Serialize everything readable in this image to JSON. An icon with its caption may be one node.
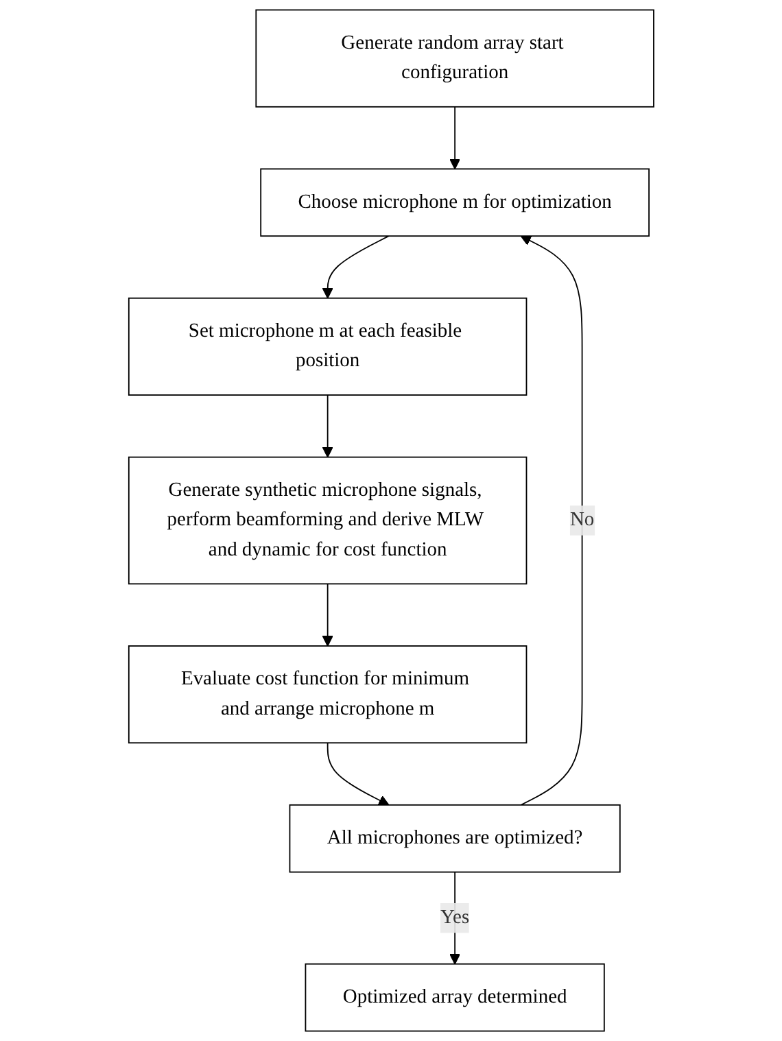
{
  "diagram": {
    "nodes": [
      {
        "text": [
          "Generate random array start configuration"
        ]
      },
      {
        "text": [
          "Choose microphone m for optimization"
        ]
      },
      {
        "text": [
          "Set microphone m at each feasible position"
        ]
      },
      {
        "text": [
          "Generate synthetic microphone signals, perform beamforming and derive MLW and dynamic for cost function"
        ]
      },
      {
        "text": [
          "Evaluate cost function for minimum and arrange microphone m"
        ]
      },
      {
        "text": [
          "All microphones are optimized?"
        ]
      },
      {
        "text": [
          "Optimized array determined"
        ]
      }
    ],
    "edges": [
      {
        "from": 0,
        "to": 1,
        "arrow": "to"
      },
      {
        "from": 1,
        "to": 2,
        "arrow": "to"
      },
      {
        "from": 2,
        "to": 3,
        "arrow": "to"
      },
      {
        "from": 3,
        "to": 4,
        "arrow": "to"
      },
      {
        "from": 4,
        "to": 5,
        "arrow": "to"
      },
      {
        "from": 5,
        "to": 1,
        "label": "No",
        "arrow": "to"
      },
      {
        "from": 5,
        "to": 6,
        "label": "Yes",
        "arrow": "to"
      }
    ]
  }
}
